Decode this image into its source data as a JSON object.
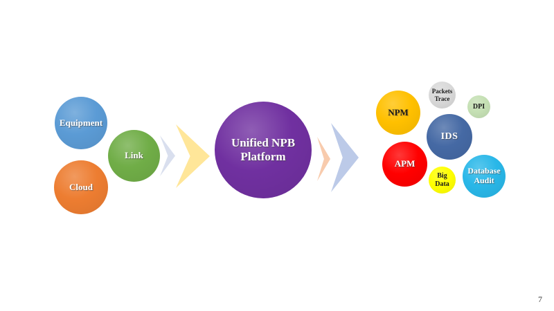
{
  "page": {
    "number": "7",
    "background_color": "#FFFFFF"
  },
  "diagram": {
    "sources": [
      {
        "id": "equipment",
        "label": "Equipment",
        "color": "#5B9BD5",
        "text_color": "#FFFFFF"
      },
      {
        "id": "cloud",
        "label": "Cloud",
        "color": "#ED7D31",
        "text_color": "#FFFFFF"
      },
      {
        "id": "link",
        "label": "Link",
        "color": "#70AD47",
        "text_color": "#FFFFFF"
      }
    ],
    "arrows_left": [
      {
        "id": "chevron-small-left",
        "direction": "right",
        "color": "#D9DFEE"
      },
      {
        "id": "chevron-large-left",
        "direction": "right",
        "color": "#FFE699"
      }
    ],
    "platform": {
      "label": "Unified NPB Platform",
      "color": "#7030A0",
      "text_color": "#FFFFFF"
    },
    "arrows_right": [
      {
        "id": "chevron-small-right",
        "direction": "right",
        "color": "#F8CBAD"
      },
      {
        "id": "chevron-large-right",
        "direction": "right",
        "color": "#BCCAE8"
      }
    ],
    "applications": [
      {
        "id": "npm",
        "label": "NPM",
        "color": "#FFC000",
        "text_color": "#1A1A1A"
      },
      {
        "id": "packets-trace",
        "label": "Packets Trace",
        "color": "#D9D9D9",
        "text_color": "#1A1A1A"
      },
      {
        "id": "dpi",
        "label": "DPI",
        "color": "#C5E0B4",
        "text_color": "#1A1A1A"
      },
      {
        "id": "ids",
        "label": "IDS",
        "color": "#4569A4",
        "text_color": "#FFFFFF"
      },
      {
        "id": "apm",
        "label": "APM",
        "color": "#FF0000",
        "text_color": "#FFFFFF"
      },
      {
        "id": "big-data",
        "label": "Big Data",
        "color": "#FFFF00",
        "text_color": "#1A1A1A"
      },
      {
        "id": "database-audit",
        "label": "Database Audit",
        "color": "#29B7E8",
        "text_color": "#FFFFFF"
      }
    ]
  }
}
